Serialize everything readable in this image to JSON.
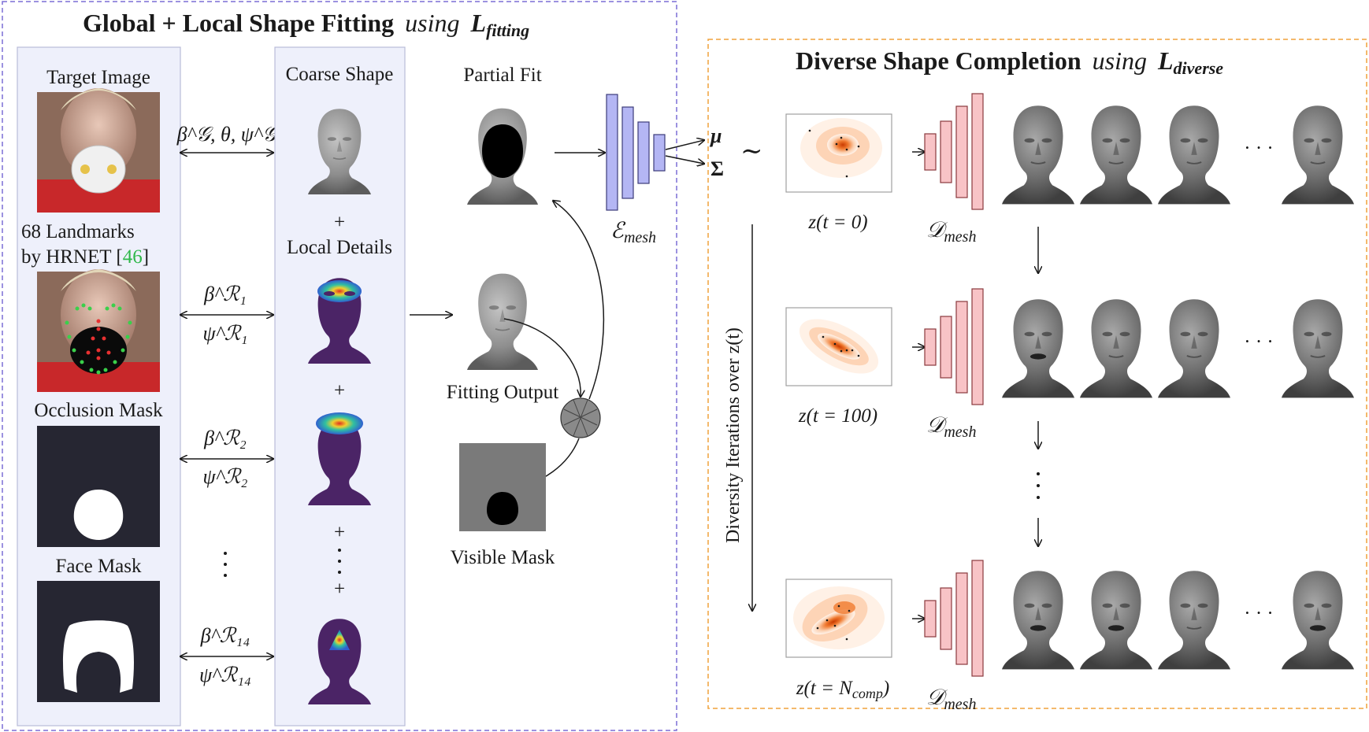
{
  "left_panel": {
    "title_bold": "Global + Local Shape Fitting",
    "title_using": "using",
    "title_math_base": "L",
    "title_math_sub": "fitting",
    "inputs": [
      {
        "label": "Target Image"
      },
      {
        "label_line1": "68 Landmarks",
        "label_line2": "by HRNET [",
        "cite": "46",
        "cite_close": "]"
      },
      {
        "label": "Occlusion Mask"
      },
      {
        "label": "Face Mask"
      }
    ],
    "params": [
      {
        "top": "β^𝒢, θ, ψ^𝒢"
      },
      {
        "top": "β^ℛ₁",
        "bottom": "ψ^ℛ₁"
      },
      {
        "top": "β^ℛ₂",
        "bottom": "ψ^ℛ₂"
      },
      {
        "top": "β^ℛ₁₄",
        "bottom": "ψ^ℛ₁₄"
      }
    ],
    "coarse_label": "Coarse Shape",
    "local_label": "Local Details",
    "plus": "+",
    "partial_fit_label": "Partial Fit",
    "fitting_output_label": "Fitting Output",
    "visible_mask_label": "Visible Mask",
    "encoder_label": "ℰ",
    "encoder_sub": "mesh",
    "mu": "μ",
    "sigma": "Σ",
    "tilde": "∼"
  },
  "right_panel": {
    "title_bold": "Diverse Shape Completion",
    "title_using": "using",
    "title_math_base": "L",
    "title_math_sub": "diverse",
    "rows": [
      {
        "z_label": "z(t = 0)"
      },
      {
        "z_label": "z(t = 100)"
      },
      {
        "z_label": "z(t = N",
        "z_sub": "comp",
        "z_close": ")"
      }
    ],
    "decoder_label": "𝒟",
    "decoder_sub": "mesh",
    "ellipsis": "· · ·",
    "vertical_label": "Diversity Iterations over z(t)"
  },
  "colors": {
    "left_border": "#7b6fd6",
    "right_border": "#f0a23c",
    "encoder_fill": "#b4b6f4",
    "decoder_fill": "#f8c3c6",
    "panel_fill": "#eef0fb",
    "head_gray": "#6e6e6e",
    "heat_purple": "#4b2466"
  }
}
